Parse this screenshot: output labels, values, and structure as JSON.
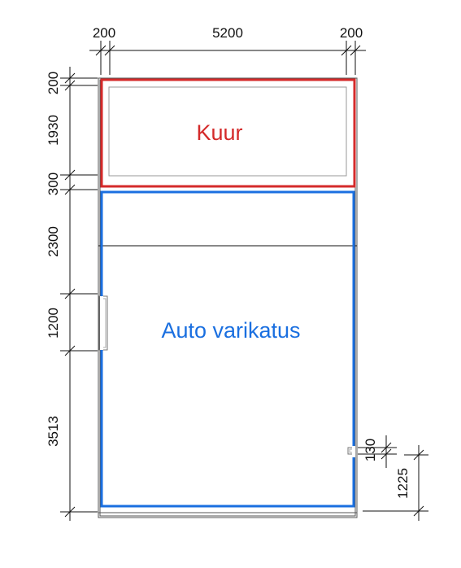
{
  "dimensions": {
    "top": [
      "200",
      "5200",
      "200"
    ],
    "left": [
      "200",
      "1930",
      "300",
      "2300",
      "1200",
      "3513"
    ],
    "right": [
      "130",
      "1225"
    ]
  },
  "rooms": {
    "shed": {
      "label": "Kuur",
      "color": "#d42a2a"
    },
    "carport": {
      "label": "Auto varikatus",
      "color": "#1a6fe0"
    }
  }
}
